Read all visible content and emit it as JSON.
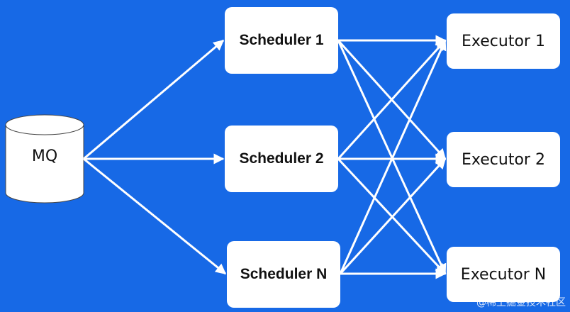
{
  "diagram": {
    "source": {
      "label": "MQ"
    },
    "schedulers": [
      {
        "label": "Scheduler 1"
      },
      {
        "label": "Scheduler 2"
      },
      {
        "label": "Scheduler N"
      }
    ],
    "executors": [
      {
        "label": "Executor 1"
      },
      {
        "label": "Executor 2"
      },
      {
        "label": "Executor N"
      }
    ]
  },
  "watermark": "@稀土掘金技术社区",
  "colors": {
    "background": "#1769e6",
    "node_fill": "#ffffff",
    "arrow": "#ffffff"
  }
}
